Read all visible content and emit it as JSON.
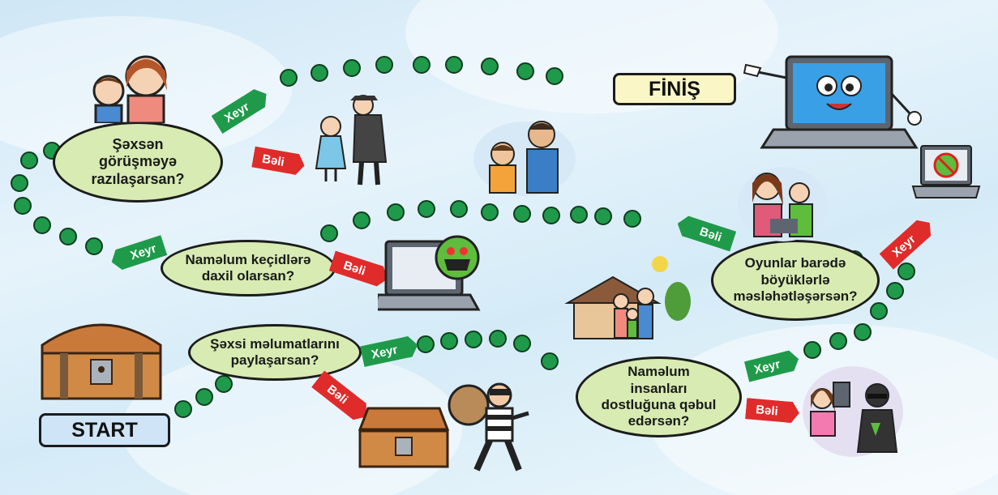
{
  "start_label": "START",
  "finish_label": "FİNİŞ",
  "questions": {
    "q1": "Şəxsi məlumatlarını paylaşarsan?",
    "q2": "Naməlum keçidlərə daxil olarsan?",
    "q3": "Şəxsən görüşməyə razılaşarsan?",
    "q4": "Naməlum insanları dostluğuna qəbul edərsən?",
    "q5": "Oyunlar barədə böyüklərlə məsləhətləşərsən?"
  },
  "answers": {
    "yes": "Bəli",
    "no": "Xeyr"
  },
  "colors": {
    "path_dot": "#1f9a4a",
    "bubble": "#d8ebb2",
    "yes_arrow": "#e02b2b",
    "no_arrow": "#1f9a4a",
    "start_box": "#cfe4f7",
    "finish_box": "#fbf6c6"
  }
}
